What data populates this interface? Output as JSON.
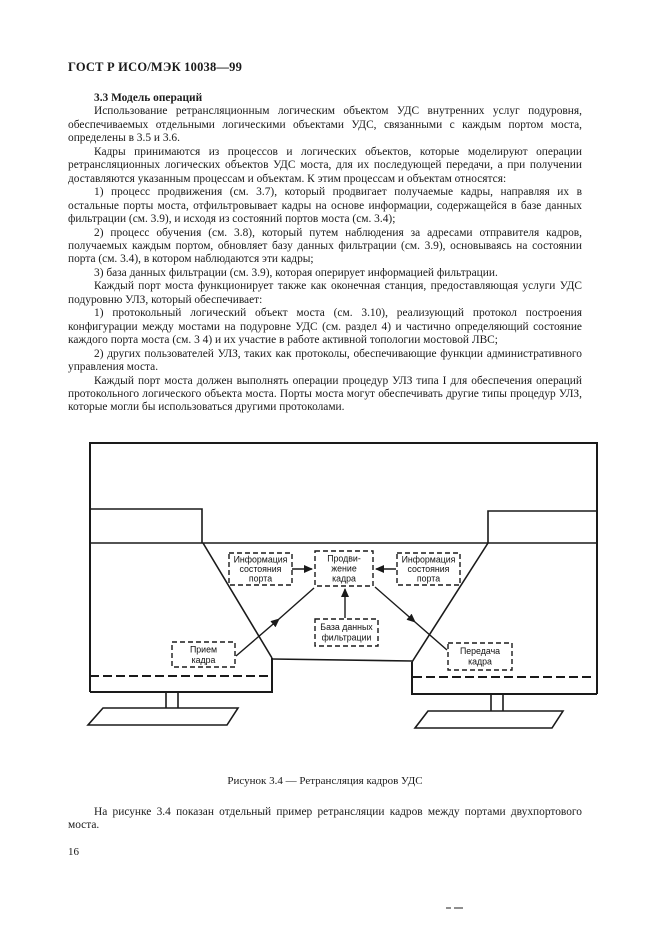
{
  "meta": {
    "header": "ГОСТ Р ИСО/МЭК 10038—99",
    "page_number": "16"
  },
  "content": {
    "section_heading": "3.3 Модель операций",
    "paragraphs": [
      "Использование ретрансляционным логическим объектом УДС внутренних услуг подуровня, обеспечиваемых отдельными логическими объектами УДС, связанными с каждым портом моста, определены в 3.5 и 3.6.",
      "Кадры принимаются из процессов и логических объектов, которые моделируют операции ретрансляционных логических объектов УДС моста, для их последующей передачи, а при получении доставляются указанным процессам и объектам. К этим процессам и объектам относятся:",
      "1) процесс продвижения (см. 3.7), который продвигает получаемые кадры, направляя их в остальные порты моста, отфильтровывает кадры на основе информации, содержащейся в базе данных фильтрации (см. 3.9), и исходя из состояний портов моста (см. 3.4);",
      "2) процесс обучения (см. 3.8), который путем наблюдения за адресами отправителя кадров, получаемых каждым портом, обновляет базу данных фильтрации (см. 3.9), основываясь на состоянии порта (см. 3.4), в котором наблюдаются эти кадры;",
      "3) база данных фильтрации (см. 3.9), которая оперирует информацией фильтрации.",
      "Каждый порт моста функционирует также как оконечная станция, предоставляющая услуги УДС подуровню УЛЗ, который обеспечивает:",
      "1) протокольный логический объект моста (см. 3.10), реализующий протокол построения конфигурации между мостами на подуровне УДС (см. раздел 4) и частично определяющий состояние каждого порта моста (см. 3 4) и их участие в работе активной топологии мостовой ЛВС;",
      "2) других пользователей УЛЗ, таких как протоколы, обеспечивающие функции административного управления моста.",
      "Каждый порт моста должен выполнять операции процедур УЛЗ типа I для обеспечения операций протокольного логического объекта моста. Порты моста могут обеспечивать другие типы процедур УЛЗ, которые могли бы использоваться другими протоколами."
    ],
    "figure_caption": "Рисунок 3.4 — Ретрансляция кадров УДС",
    "closing_paragraph": "На рисунке 3.4 показан отдельный пример ретрансляции кадров между портами двухпортового моста."
  },
  "figure": {
    "boxes": {
      "port_info_left": {
        "line1": "Информация",
        "line2": "состояния",
        "line3": "порта"
      },
      "forwarding": {
        "line1": "Продви-",
        "line2": "жение",
        "line3": "кадра"
      },
      "port_info_right": {
        "line1": "Информация",
        "line2": "состояния",
        "line3": "порта"
      },
      "filtering_db": {
        "line1": "База данных",
        "line2": "фильтрации"
      },
      "frame_receive": {
        "line1": "Прием",
        "line2": "кадра"
      },
      "frame_transmit": {
        "line1": "Передача",
        "line2": "кадра"
      }
    }
  }
}
